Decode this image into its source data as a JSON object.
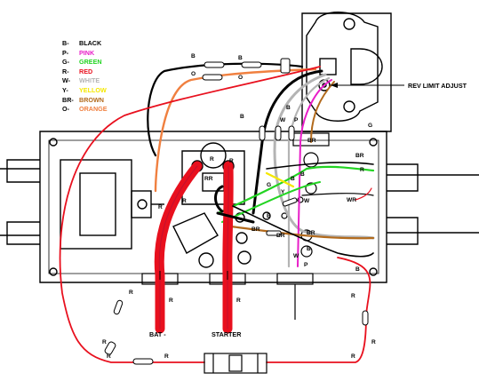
{
  "legend": [
    {
      "code": "B-",
      "name": "BLACK",
      "color": "#000000"
    },
    {
      "code": "P-",
      "name": "PINK",
      "color": "#e81ec8"
    },
    {
      "code": "G-",
      "name": "GREEN",
      "color": "#22d422"
    },
    {
      "code": "R-",
      "name": "RED",
      "color": "#e8101e"
    },
    {
      "code": "W-",
      "name": "WHITE",
      "color": "#b4b4b4"
    },
    {
      "code": "Y-",
      "name": "YELLOW",
      "color": "#f5e800"
    },
    {
      "code": "BR-",
      "name": "BROWN",
      "color": "#b26a1c"
    },
    {
      "code": "O-",
      "name": "ORANGE",
      "color": "#f08040"
    }
  ],
  "labels": {
    "rev_limit_adjust": "REV LIMIT ADJUST",
    "bat_neg": "BAT -",
    "starter": "STARTER"
  },
  "wire_letters": {
    "b": "B",
    "o": "O",
    "r": "R",
    "p": "P",
    "g": "G",
    "w": "W",
    "br": "BR",
    "wr": "WR",
    "rr": "RR",
    "y": "Y"
  }
}
